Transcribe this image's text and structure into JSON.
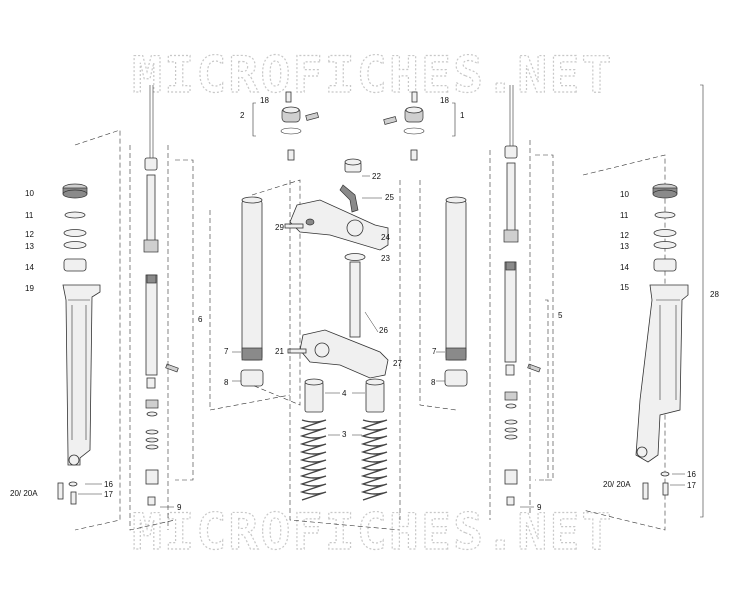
{
  "watermark": "MICROFICHES.NET",
  "labels": {
    "l1": "1",
    "l2": "2",
    "l3": "3",
    "l4": "4",
    "l5": "5",
    "l6": "6",
    "l7a": "7",
    "l7b": "7",
    "l8a": "8",
    "l8b": "8",
    "l9a": "9",
    "l9b": "9",
    "l10a": "10",
    "l10b": "10",
    "l11a": "11",
    "l11b": "11",
    "l12a": "12",
    "l12b": "12",
    "l13a": "13",
    "l13b": "13",
    "l14a": "14",
    "l14b": "14",
    "l15": "15",
    "l16a": "16",
    "l16b": "16",
    "l17a": "17",
    "l17b": "17",
    "l18a": "18",
    "l18b": "18",
    "l19": "19",
    "l20a": "20/ 20A",
    "l20b": "20/ 20A",
    "l21": "21",
    "l22": "22",
    "l23": "23",
    "l24": "24",
    "l25": "25",
    "l26": "26",
    "l27": "27",
    "l28": "28",
    "l29": "29"
  },
  "colors": {
    "line": "#333333",
    "watermark": "#c8c8c8"
  }
}
